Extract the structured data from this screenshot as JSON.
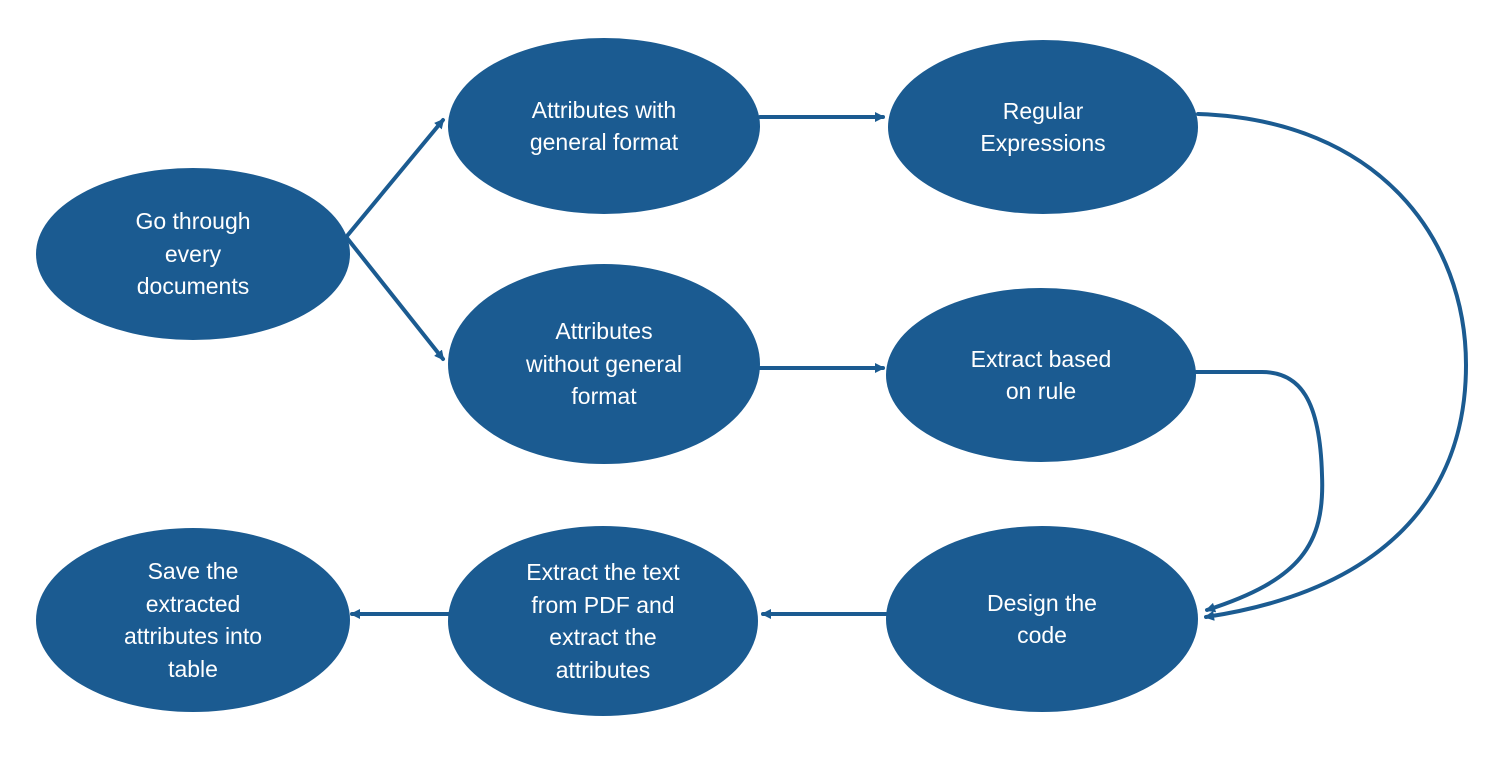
{
  "diagram": {
    "nodes": {
      "go_through": "Go through\nevery\ndocuments",
      "attributes_general": "Attributes with\ngeneral format",
      "regular_expressions": "Regular\nExpressions",
      "attributes_no_general": "Attributes\nwithout general\nformat",
      "extract_rule": "Extract based\non rule",
      "design_code": "Design the\ncode",
      "extract_pdf": "Extract the text\nfrom PDF and\nextract the\nattributes",
      "save_table": "Save the\nextracted\nattributes into\ntable"
    },
    "edges": [
      {
        "from": "go_through",
        "to": "attributes_general"
      },
      {
        "from": "go_through",
        "to": "attributes_no_general"
      },
      {
        "from": "attributes_general",
        "to": "regular_expressions"
      },
      {
        "from": "attributes_no_general",
        "to": "extract_rule"
      },
      {
        "from": "regular_expressions",
        "to": "design_code"
      },
      {
        "from": "extract_rule",
        "to": "design_code"
      },
      {
        "from": "design_code",
        "to": "extract_pdf"
      },
      {
        "from": "extract_pdf",
        "to": "save_table"
      }
    ],
    "colors": {
      "node_fill": "#1b5b91",
      "node_text": "#ffffff",
      "connector": "#1b5b91"
    }
  }
}
